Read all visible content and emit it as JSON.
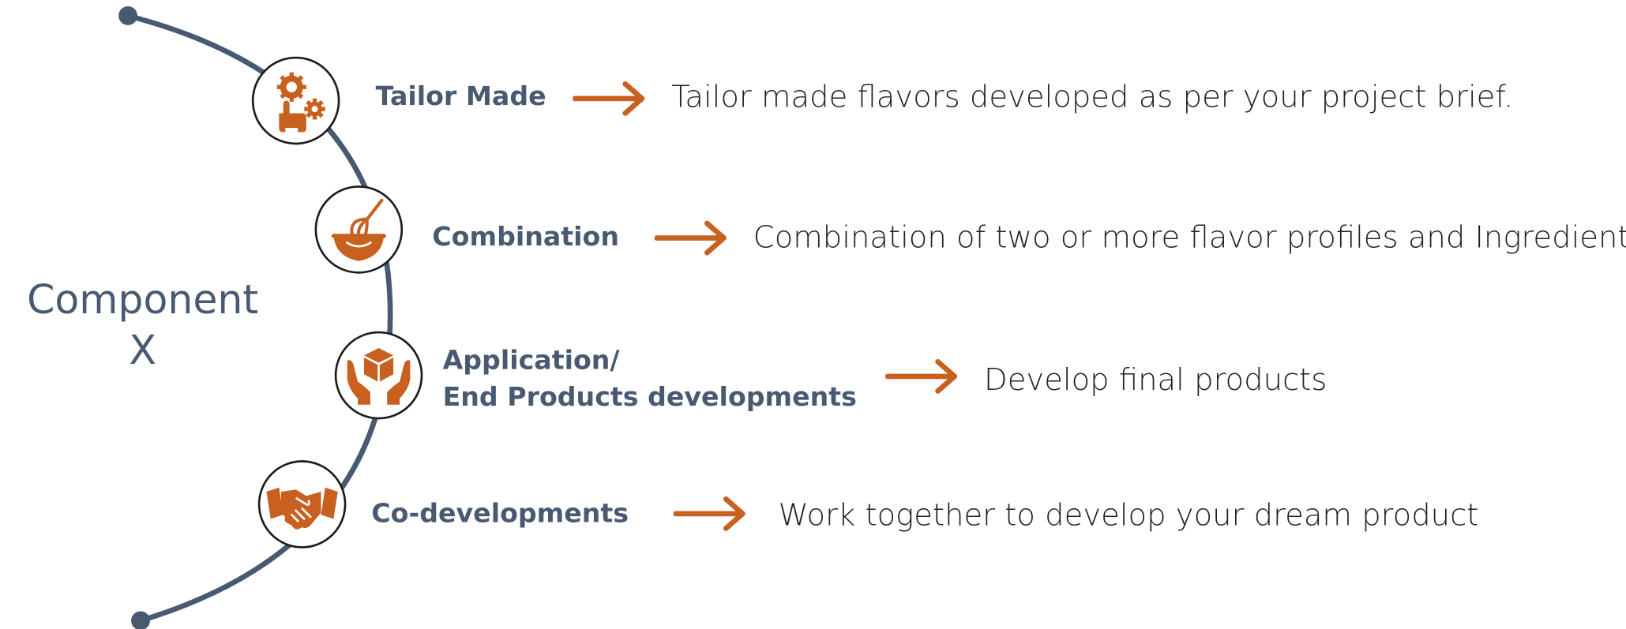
{
  "title": {
    "line1": "Component",
    "line2": "X"
  },
  "colors": {
    "accent": "#c8601f",
    "arc": "#485a72",
    "text": "#485a72"
  },
  "items": [
    {
      "icon": "gears-hand-icon",
      "label_line1": "Tailor Made",
      "label_line2": "",
      "description": "Tailor made flavors developed as per your project brief."
    },
    {
      "icon": "whisk-bowl-icon",
      "label_line1": "Combination",
      "label_line2": "",
      "description": "Combination of two or more flavor profiles and Ingredients"
    },
    {
      "icon": "hands-box-icon",
      "label_line1": "Application/",
      "label_line2": "End Products developments",
      "description": "Develop final products"
    },
    {
      "icon": "handshake-icon",
      "label_line1": "Co-developments",
      "label_line2": "",
      "description": "Work together to develop your dream product"
    }
  ]
}
